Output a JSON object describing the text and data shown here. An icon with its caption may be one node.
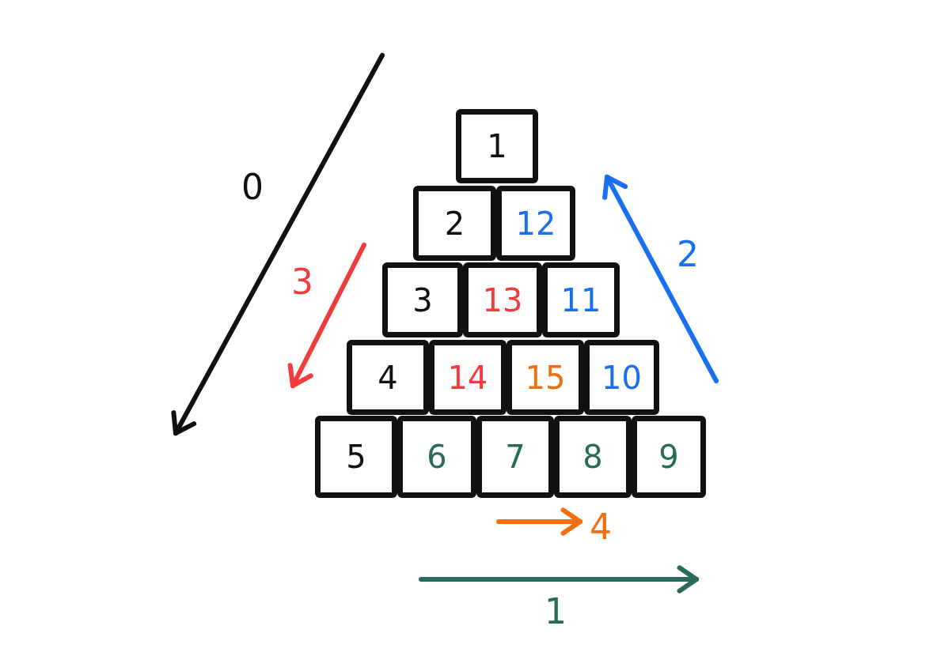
{
  "diagram": {
    "nodes": [
      {
        "text": [
          "1"
        ]
      },
      {
        "text": [
          "2"
        ]
      },
      {
        "text": [
          "12"
        ]
      },
      {
        "text": [
          "3"
        ]
      },
      {
        "text": [
          "13"
        ]
      },
      {
        "text": [
          "11"
        ]
      },
      {
        "text": [
          "4"
        ]
      },
      {
        "text": [
          "14"
        ]
      },
      {
        "text": [
          "15"
        ]
      },
      {
        "text": [
          "10"
        ]
      },
      {
        "text": [
          "5"
        ]
      },
      {
        "text": [
          "6"
        ]
      },
      {
        "text": [
          "7"
        ]
      },
      {
        "text": [
          "8"
        ]
      },
      {
        "text": [
          "9"
        ]
      }
    ],
    "edges": [],
    "labels": [
      "0",
      "2",
      "3",
      "4",
      "1"
    ]
  }
}
